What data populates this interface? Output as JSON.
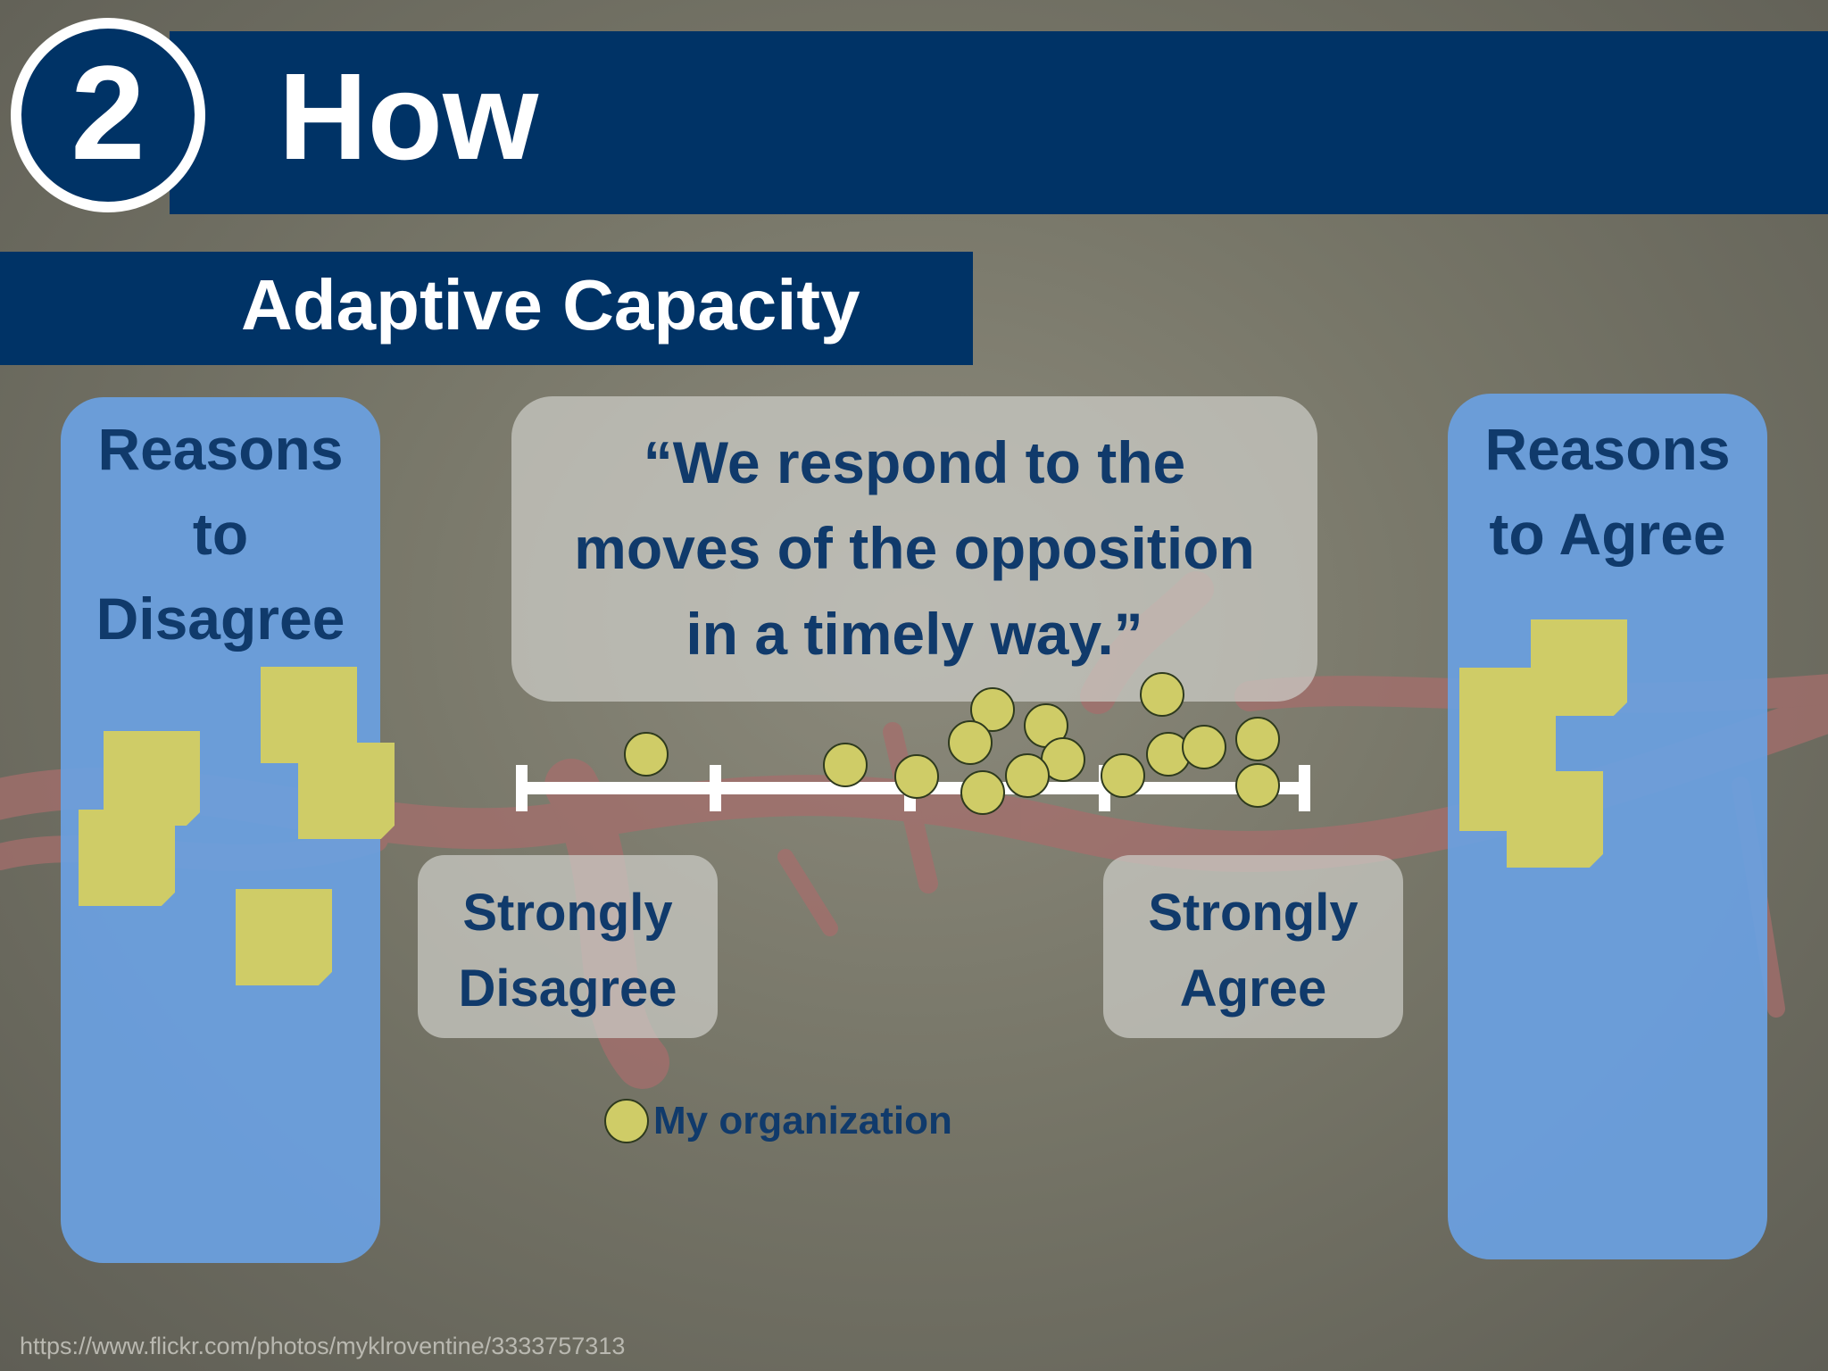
{
  "header": {
    "step_number": "2",
    "title": "How"
  },
  "subtitle": "Adaptive Capacity",
  "left_panel": {
    "heading_lines": [
      "Reasons",
      "to",
      "Disagree"
    ]
  },
  "right_panel": {
    "heading_lines": [
      "Reasons",
      "to Agree"
    ]
  },
  "statement": {
    "lines": [
      "“We respond to the",
      "moves of the opposition",
      "in a timely way.”"
    ]
  },
  "scale": {
    "left_label_lines": [
      "Strongly",
      "Disagree"
    ],
    "right_label_lines": [
      "Strongly",
      "Agree"
    ]
  },
  "legend": {
    "label": "My organization"
  },
  "credit": "https://www.flickr.com/photos/myklroventine/3333757313",
  "colors": {
    "navy": "#003366",
    "text_navy": "#103a6b",
    "panel_blue": "#6ba0e1",
    "sticky_yellow": "#cfcc67"
  }
}
